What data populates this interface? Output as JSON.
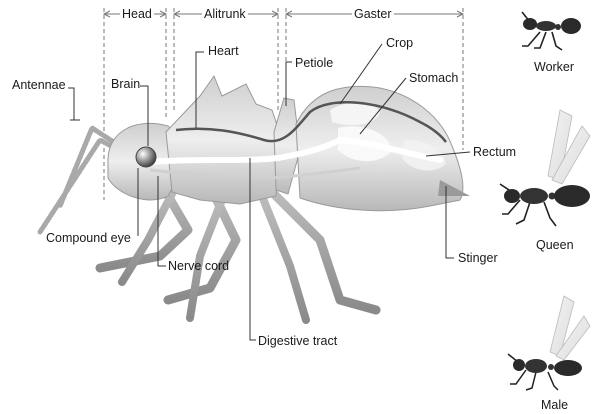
{
  "sections": {
    "head": "Head",
    "alitrunk": "Alitrunk",
    "gaster": "Gaster"
  },
  "parts": {
    "antennae": "Antennae",
    "brain": "Brain",
    "heart": "Heart",
    "petiole": "Petiole",
    "crop": "Crop",
    "stomach": "Stomach",
    "rectum": "Rectum",
    "stinger": "Stinger",
    "compound_eye": "Compound eye",
    "nerve_cord": "Nerve cord",
    "digestive_tract": "Digestive tract"
  },
  "castes": {
    "worker": "Worker",
    "queen": "Queen",
    "male": "Male"
  }
}
